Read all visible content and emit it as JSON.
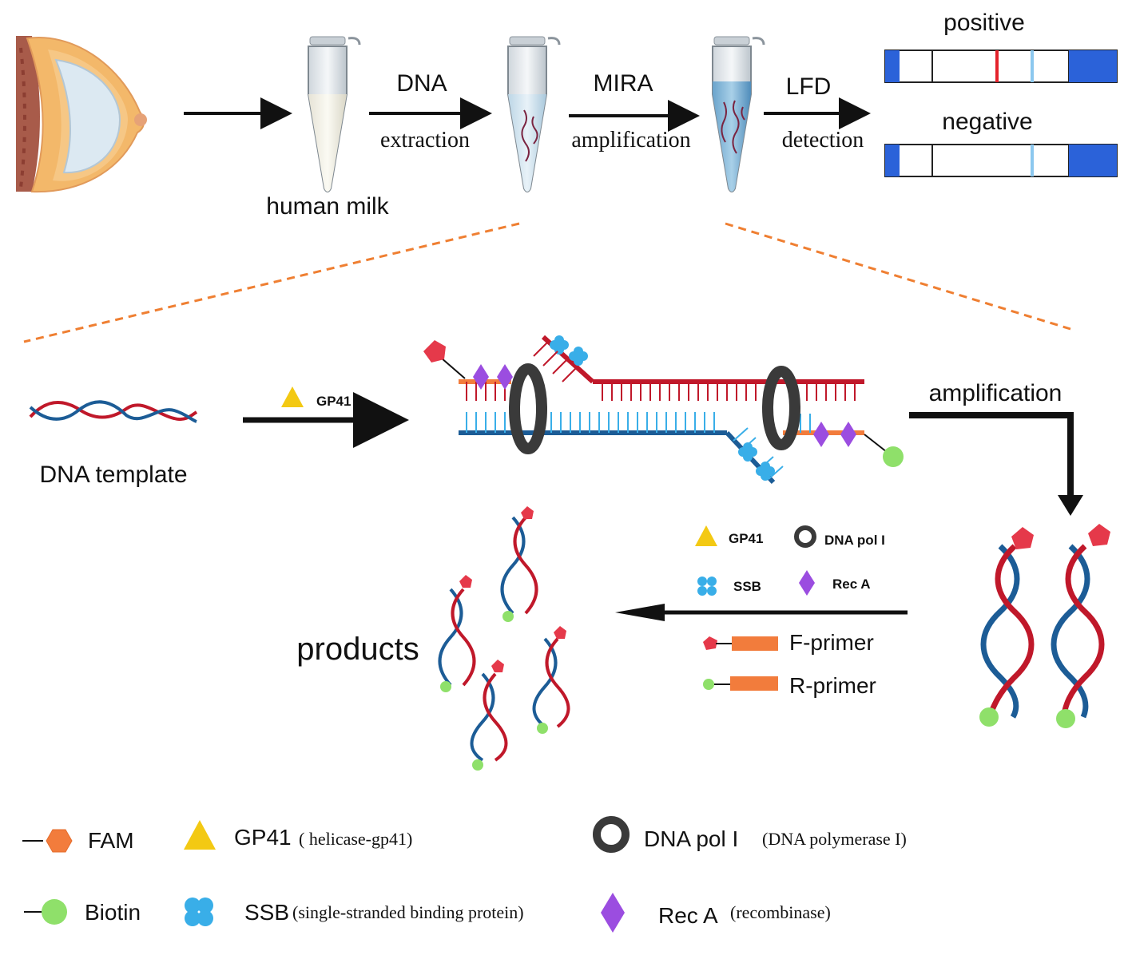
{
  "workflow": {
    "sample_label": "human milk",
    "step1_top": "DNA",
    "step1_bottom": "extraction",
    "step2_top": "MIRA",
    "step2_bottom": "amplification",
    "step3_top": "LFD",
    "step3_bottom": "detection",
    "result_positive": "positive",
    "result_negative": "negative"
  },
  "mechanism": {
    "template_label": "DNA template",
    "gp41_label": "GP41",
    "amplification_label": "amplification",
    "products_label": "products"
  },
  "mini_legend": {
    "gp41": "GP41",
    "dna_pol": "DNA pol I",
    "ssb": "SSB",
    "reca": "Rec A",
    "f_primer": "F-primer",
    "r_primer": "R-primer"
  },
  "legend": {
    "fam": "FAM",
    "gp41": "GP41",
    "gp41_desc": "( helicase-gp41)",
    "dna_pol": "DNA pol I",
    "dna_pol_desc": "(DNA polymerase I)",
    "biotin": "Biotin",
    "ssb": "SSB",
    "ssb_desc": "(single-stranded binding  protein)",
    "reca": "Rec A",
    "reca_desc": "(recombinase)"
  },
  "colors": {
    "strand_red": "#c0182a",
    "strand_blue": "#1c5c96",
    "fam_red": "#e5394a",
    "biotin_green": "#8fe06a",
    "gp41_yellow": "#f3c913",
    "ssb_blue": "#39aee8",
    "reca_purple": "#9b4de0",
    "polymerase_gray": "#3a3a3a",
    "primer_orange": "#f27c3c",
    "strip_blue": "#2b62d9",
    "test_line_red": "#e4222b",
    "control_line_blue": "#8cc8ef",
    "dashed_orange": "#ef7f32"
  }
}
